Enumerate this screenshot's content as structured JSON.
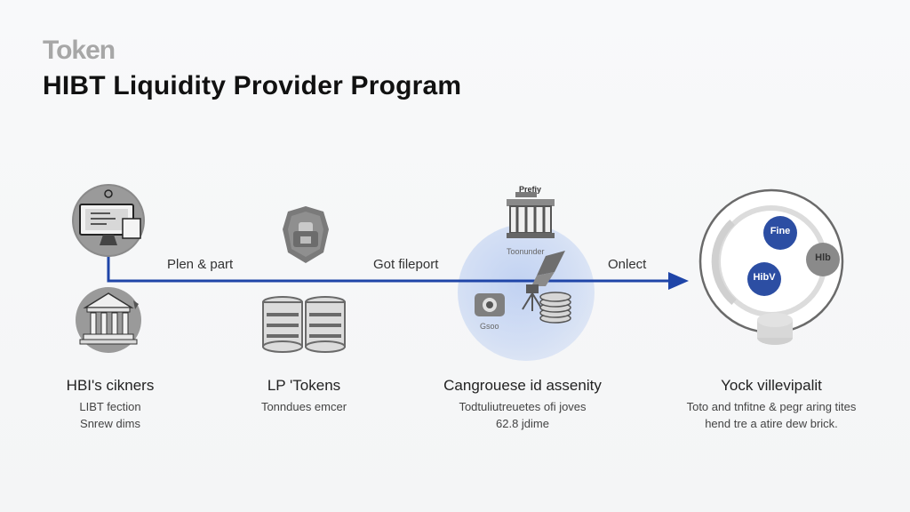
{
  "header": {
    "logo": "Token",
    "title": "HIBT Liquidity Provider Program"
  },
  "flow": {
    "labels": [
      "Plen & part",
      "Got fileport",
      "Onlect"
    ],
    "arrow_color": "#1f45a8"
  },
  "stages": [
    {
      "title": "HBI's cikners",
      "subtitle_lines": [
        "LIBT fection",
        "Snrew dims"
      ],
      "icons": [
        "monitor-icon",
        "bank-icon"
      ]
    },
    {
      "title": "LP 'Tokens",
      "subtitle_lines": [
        "Tonndues emcer"
      ],
      "icons": [
        "shield-icon",
        "database-icon"
      ]
    },
    {
      "title": "Cangrouese id assenity",
      "subtitle_lines": [
        "Todtuliutreuetes ofi joves",
        "62.8 jdime"
      ],
      "icons": [
        "factory-icon",
        "satellite-icon",
        "coins-icon"
      ],
      "small_labels": [
        "Prefiy",
        "Toonunder",
        "Gsoo"
      ]
    },
    {
      "title": "Yock villevipalit",
      "subtitle_lines": [
        "Toto and tnfitne & pegr aring tites",
        "hend tre a atire dew brick."
      ],
      "nodes": [
        "Fine",
        "HibV",
        "Hlb"
      ]
    }
  ],
  "colors": {
    "accent_blue": "#1f45a8",
    "node_blue": "#2c4ea3",
    "gray_icon": "#7d7d7d"
  }
}
